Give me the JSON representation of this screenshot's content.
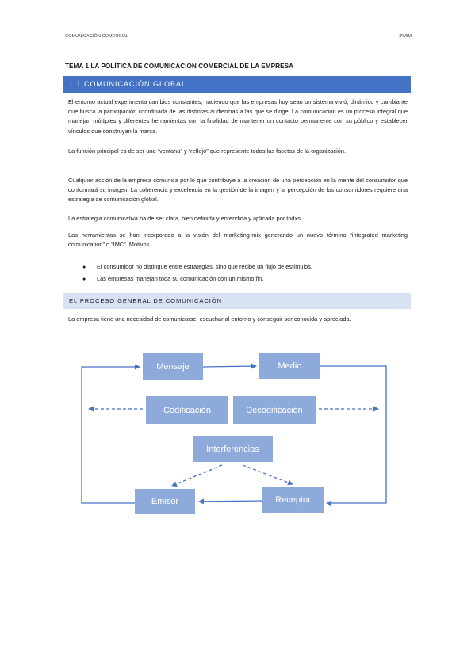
{
  "header": {
    "left": "COMUNICACIÓN COMERCIAL",
    "right": "3ºMIM"
  },
  "doc_title": "TEMA 1 LA POLÍTICA DE COMUNICACIÓN COMERCIAL DE LA EMPRESA",
  "section1": {
    "heading": "1.1 COMUNICACIÓN GLOBAL",
    "paragraphs": [
      "El entorno actual experimenta cambios constantes, haciendo que las empresas hoy sean un sistema vivió, dinámico y cambiante que busca la participación coordinada de las distintas audiencias a las que se dirige. La comunicación es un proceso integral que manejan múltiples y diferentes herramientas con la finalidad de mantener un contacto permanente con su público y establecer vínculos que construyan la marca.",
      "La función principal es de ser una “ventana” y “reflejo” que represente todas las facetas de la organización.",
      "Cualquier acción de la empresa comunica por lo que contribuye a la creación de una percepción en la mente del consumidor que conformará su imagen. La coherencia y excelencia en la gestión de la imagen y la percepción de los consumidores requiere una estrategia de comunicación global.",
      "La estrategia comunicativa ha de ser clara, bien definida y entendida y aplicada por todxs.",
      "Las herramientas se han incorporado a la visión del marketing-mix generando un nuevo término “integrated marketing comunication” o “IMC”. Motivos"
    ],
    "bullets": [
      "El consumidor no distingue entre estrategias, sino que recibe un flujo de estímulos.",
      "Las empresas manejan toda su comunicación con un mismo fin."
    ]
  },
  "section2": {
    "heading": "EL PROCESO GENERAL DE COMUNICACIÓN",
    "paragraph": "La empresa tiene una necesidad de comunicarse, escuchar al entorno y conseguir ser conocida y apreciada."
  },
  "diagram": {
    "mensaje": "Mensaje",
    "medio": "Medio",
    "codificacion": "Codificación",
    "decodificacion": "Decodificación",
    "interferencias": "Interferencias",
    "emisor": "Emisor",
    "receptor": "Receptor",
    "box_color": "#8eaadb",
    "line_color": "#4472c4"
  }
}
